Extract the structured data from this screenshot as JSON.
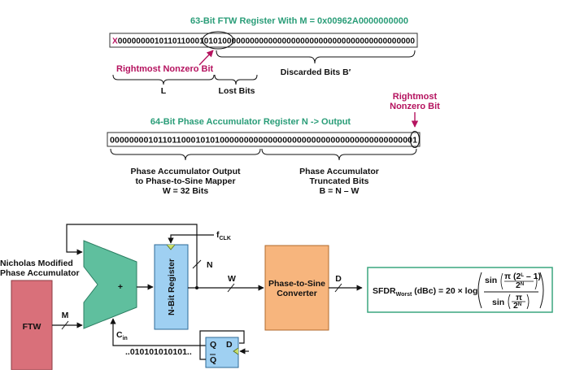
{
  "ftw_register": {
    "title": "63-Bit FTW Register With M = 0x00962A0000000000",
    "x_prefix": "X",
    "bits_head": "000000001011011000101",
    "bits_circled": "01000",
    "bits_tail": "000000000000000000000000000000000000000",
    "rightmost_label": "Rightmost Nonzero Bit",
    "brace_L": "L",
    "brace_lost": "Lost Bits",
    "brace_discarded": "Discarded Bits B′"
  },
  "phase_register": {
    "title": "64-Bit Phase Accumulator Register N -> Output",
    "bits": "00000000101101100010101000000000000000000000000000000000000000",
    "bit_circled": "01",
    "rightmost_label_line1": "Rightmost",
    "rightmost_label_line2": "Nonzero Bit",
    "output_line1": "Phase Accumulator Output",
    "output_line2": "to Phase-to-Sine Mapper",
    "output_line3": "W = 32 Bits",
    "trunc_line1": "Phase Accumulator",
    "trunc_line2": "Truncated Bits",
    "trunc_line3": "B = N – W"
  },
  "block_diagram": {
    "accumulator_label_line1": "Nicholas Modified",
    "accumulator_label_line2": "Phase Accumulator",
    "ftw_label": "FTW",
    "m_label": "M",
    "plus_label": "+",
    "cin_label": "C",
    "cin_sub": "in",
    "register_label": "N-Bit Register",
    "fclk_label": "f",
    "fclk_sub": "CLK",
    "n_label": "N",
    "w_label": "W",
    "converter_line1": "Phase-to-Sine",
    "converter_line2": "Converter",
    "d_label": "D",
    "sequence_label": "..010101010101..",
    "ff_q": "Q",
    "ff_d": "D",
    "ff_qbar": "Q"
  },
  "formula": {
    "lhs": "SFDR",
    "lhs_sub": "Worst",
    "unit": " (dBc) = 20 × log",
    "sin": "sin",
    "pi": "π",
    "num_open": " (2",
    "exp_L": "L",
    "num_close": " – 1)",
    "two": "2",
    "exp_N": "N",
    "sin2": "sin"
  },
  "colors": {
    "teal_text": "#2a9d78",
    "magenta": "#b5135f",
    "adder_fill": "#5fbf9e",
    "ftw_fill": "#d9707a",
    "register_fill": "#9fd0f2",
    "converter_fill": "#f7b57d",
    "flipflop_fill": "#9fd0f2",
    "formula_border": "#3aa57f"
  }
}
